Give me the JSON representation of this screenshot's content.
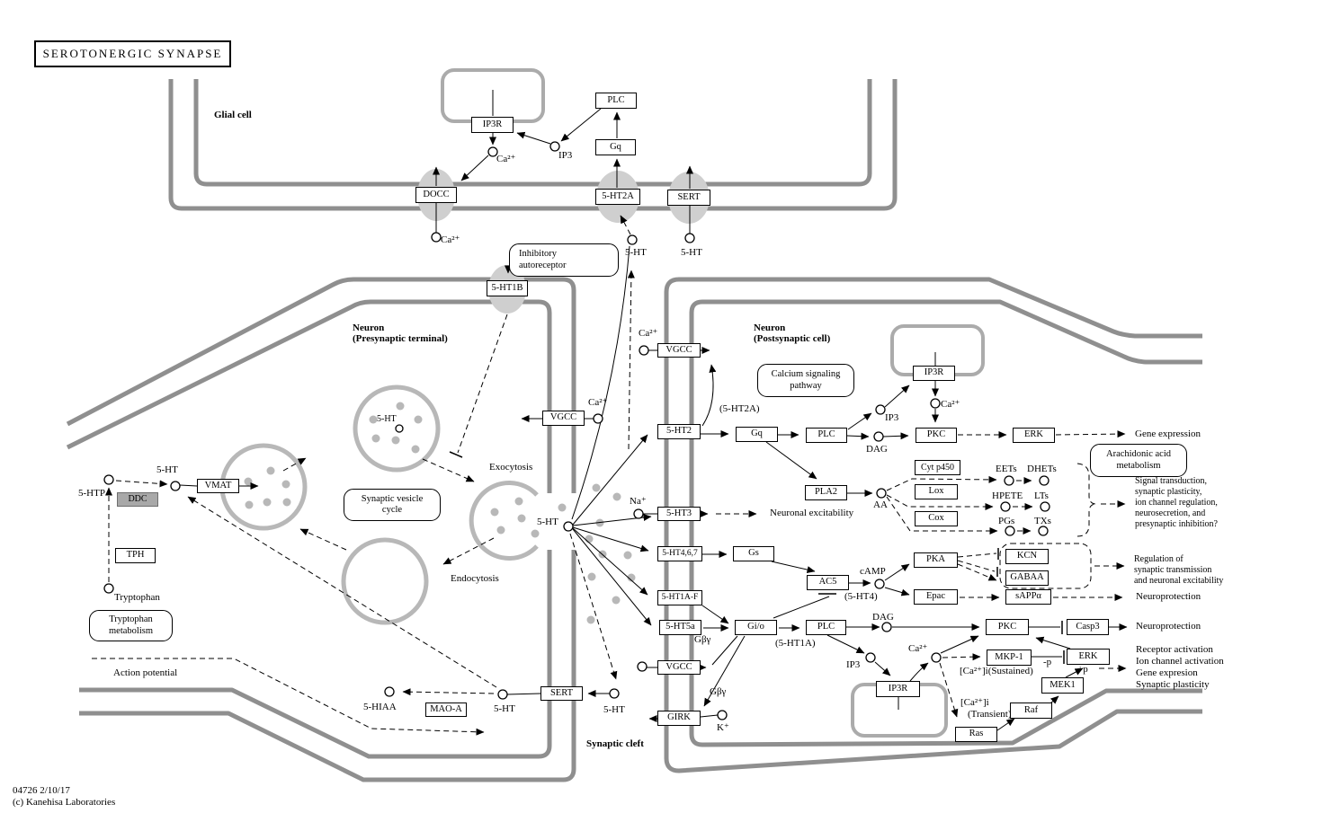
{
  "title": "SEROTONERGIC  SYNAPSE",
  "footer": {
    "map_id": "04726 2/10/17",
    "copyright": "(c) Kanehisa Laboratories"
  },
  "colors": {
    "membrane": "#8f8f8f",
    "vesicle": "#b8b8b8",
    "receptor_oval": "#cfcfcf",
    "highlight_box": "#a8a8a8"
  },
  "regions": {
    "glial": "Glial cell",
    "presynaptic_1": "Neuron",
    "presynaptic_2": "(Presynaptic terminal)",
    "postsynaptic_1": "Neuron",
    "postsynaptic_2": "(Postsynaptic cell)",
    "cleft": "Synaptic cleft"
  },
  "pathways": {
    "tryptophan_metabolism_1": "Tryptophan",
    "tryptophan_metabolism_2": "metabolism",
    "synaptic_vesicle_cycle_1": "Synaptic vesicle",
    "synaptic_vesicle_cycle_2": "cycle",
    "calcium_signaling_1": "Calcium signaling",
    "calcium_signaling_2": "pathway",
    "arachidonic_1": "Arachidonic acid",
    "arachidonic_2": "metabolism",
    "inhibitory_autoreceptor_1": "Inhibitory",
    "inhibitory_autoreceptor_2": "autoreceptor"
  },
  "nodes": {
    "ip3r_glial": "IP3R",
    "plc_glial": "PLC",
    "gq_glial": "Gq",
    "docc": "DOCC",
    "ht2a": "5-HT2A",
    "sert_glial": "SERT",
    "ht1b": "5-HT1B",
    "vmat": "VMAT",
    "ddc": "DDC",
    "tph": "TPH",
    "vgcc_pre": "VGCC",
    "sert_pre": "SERT",
    "maoa": "MAO-A",
    "vgcc_top": "VGCC",
    "ht2": "5-HT2",
    "ht3": "5-HT3",
    "ht467": "5-HT4,6,7",
    "ht1af": "5-HT1A-F",
    "ht5a": "5-HT5a",
    "vgcc_bot": "VGCC",
    "girk": "GIRK",
    "gq_post": "Gq",
    "plc_a": "PLC",
    "pkc_a": "PKC",
    "erk_a": "ERK",
    "ip3r_a": "IP3R",
    "pla2": "PLA2",
    "cyt": "Cyt p450",
    "lox": "Lox",
    "cox": "Cox",
    "gs": "Gs",
    "ac5": "AC5",
    "pka": "PKA",
    "epac": "Epac",
    "kcn": "KCN",
    "gabaa": "GABAA",
    "sappa": "sAPPα",
    "gio": "Gi/o",
    "plc_b": "PLC",
    "pkc_b": "PKC",
    "casp3": "Casp3",
    "mkp1": "MKP-1",
    "erk_b": "ERK",
    "mek1": "MEK1",
    "raf": "Raf",
    "ras": "Ras",
    "ip3r_b": "IP3R"
  },
  "metabolites": {
    "ca": "Ca²⁺",
    "ip3": "IP3",
    "ht": "5-HT",
    "htp": "5-HTP",
    "trp": "Tryptophan",
    "hiaa": "5-HIAA",
    "na": "Na⁺",
    "k": "K⁺",
    "camp": "cAMP",
    "dag": "DAG",
    "aa": "AA",
    "eets": "EETs",
    "dhets": "DHETs",
    "hpete": "HPETE",
    "lts": "LTs",
    "pgs": "PGs",
    "txs": "TXs"
  },
  "annotations": {
    "ht2a_note": "(5-HT2A)",
    "ht4_note": "(5-HT4)",
    "ht1a_note": "(5-HT1A)",
    "gbg": "Gβγ",
    "plus_p": "+p",
    "minus_p": "-p",
    "ca_sustained": "[Ca²⁺]i(Sustained)",
    "ca_transient_1": "[Ca²⁺]i",
    "ca_transient_2": "(Transient)",
    "exocytosis": "Exocytosis",
    "endocytosis": "Endocytosis",
    "action_potential": "Action potential"
  },
  "outcomes": {
    "gene_expression": "Gene expression",
    "neuronal_excitability": "Neuronal excitability",
    "neuroprotection_a": "Neuroprotection",
    "neuroprotection_b": "Neuroprotection",
    "regulation_1": "Regulation of",
    "regulation_2": "synaptic transmission",
    "regulation_3": "and neuronal excitability",
    "signal_1": "Signal transduction,",
    "signal_2": "synaptic plasticity,",
    "signal_3": "ion channel regulation,",
    "signal_4": "neurosecretion, and",
    "signal_5": "presynaptic inhibition?",
    "erk_1": "Receptor activation",
    "erk_2": "Ion channel activation",
    "erk_3": "Gene expresion",
    "erk_4": "Synaptic plasticity"
  }
}
